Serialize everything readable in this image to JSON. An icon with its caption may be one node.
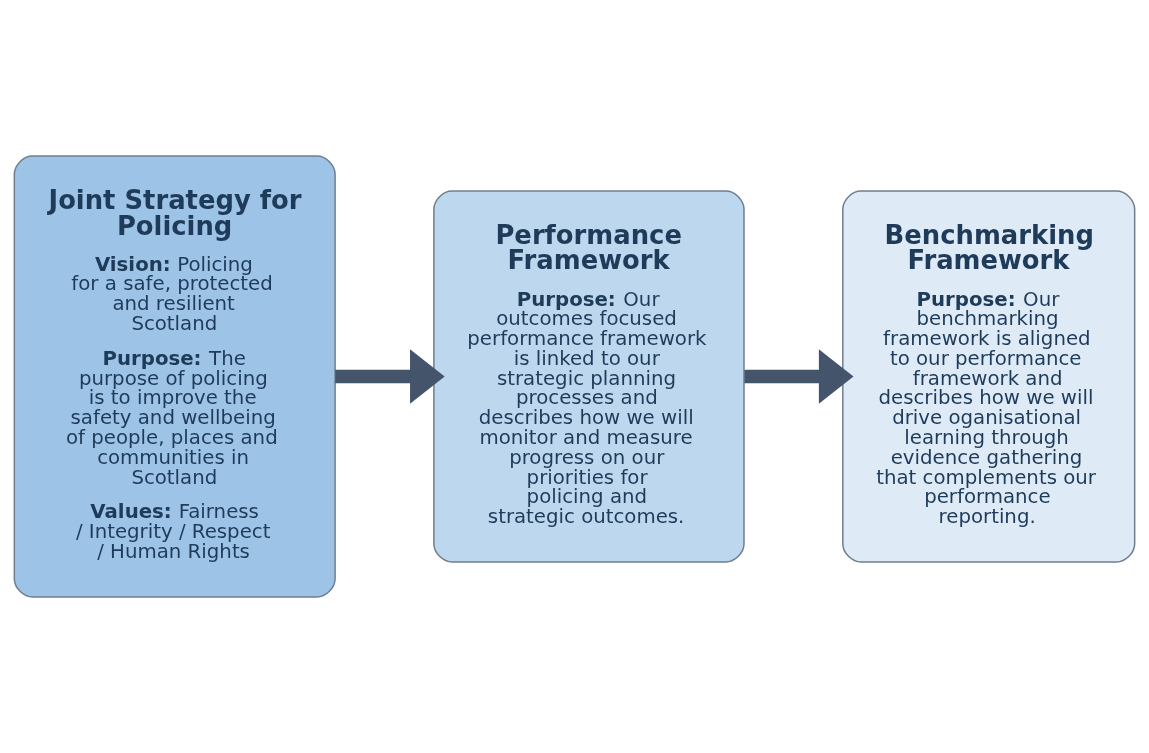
{
  "diagram": {
    "nodes": [
      {
        "text": [
          "Joint Strategy for Policing",
          "**Vision:** Policing for a safe, protected and resilient Scotland",
          "**Purpose:** The purpose of policing is to improve the safety and wellbeing of people, places and communities in Scotland",
          "**Values:** Fairness / Integrity / Respect / Human Rights"
        ]
      },
      {
        "text": [
          "Performance Framework",
          "**Purpose:** Our outcomes focused performance framework is linked to our strategic planning processes and describes how we will monitor and measure progress on our priorities for policing and strategic outcomes."
        ]
      },
      {
        "text": [
          "Benchmarking Framework",
          "**Purpose:** Our benchmarking framework is aligned to our performance framework and describes how we will drive oganisational learning through evidence gathering that complements our performance reporting."
        ]
      }
    ],
    "edges": [
      {
        "from": 0,
        "to": 1,
        "arrow": "to"
      },
      {
        "from": 1,
        "to": 2,
        "arrow": "to"
      }
    ]
  }
}
